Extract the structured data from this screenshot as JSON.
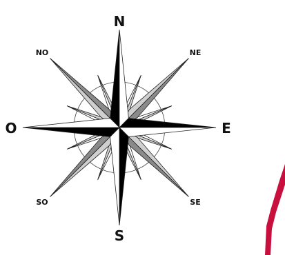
{
  "compass": {
    "labels": {
      "north": "N",
      "east": "E",
      "south": "S",
      "west": "O",
      "northeast": "NE",
      "northwest": "NO",
      "southeast": "SE",
      "southwest": "SO"
    },
    "colors": {
      "main_point_dark": "#000000",
      "main_point_light": "#ffffff",
      "intercardinal_dark": "#8a8a8a",
      "intercardinal_light": "#cfcfcf",
      "outline": "#222222",
      "accent_stroke": "#c8103e"
    }
  }
}
